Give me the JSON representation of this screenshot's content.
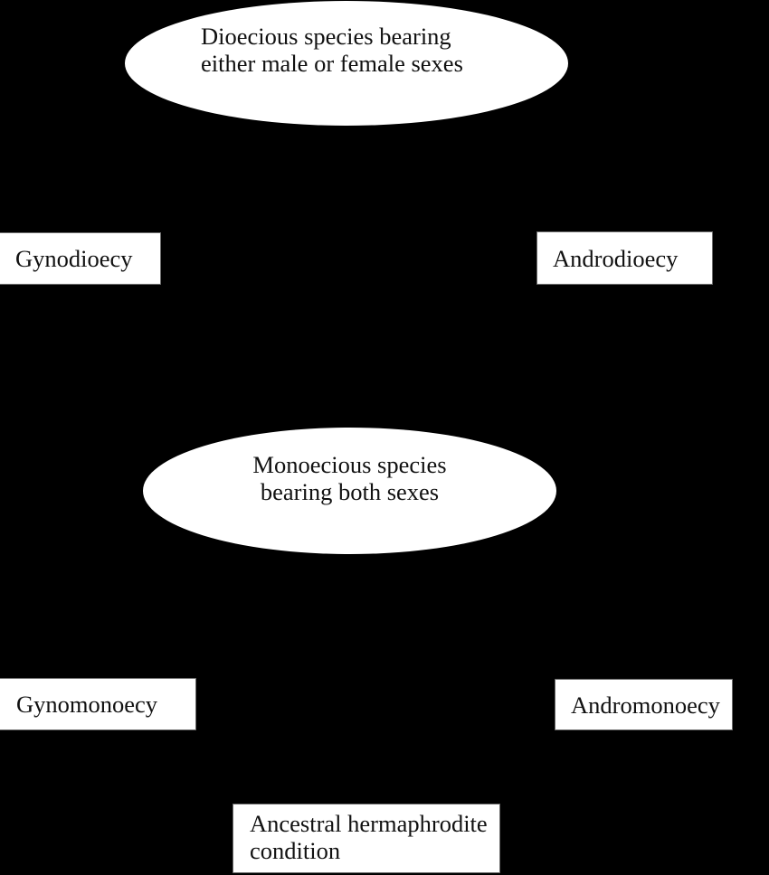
{
  "figure": {
    "type": "flow-diagram",
    "background_color": "#000000",
    "node_fill_color": "#ffffff",
    "node_border_color": "#6b6b6b",
    "text_color": "#111111",
    "nodes": [
      {
        "id": "dioecious",
        "shape": "ellipse",
        "lines": [
          "Dioecious species bearing",
          "either male or female sexes"
        ]
      },
      {
        "id": "gynodioecy",
        "shape": "rect",
        "lines": [
          "Gynodioecy"
        ]
      },
      {
        "id": "androdioecy",
        "shape": "rect",
        "lines": [
          "Androdioecy"
        ]
      },
      {
        "id": "monoecious",
        "shape": "ellipse",
        "lines": [
          "Monoecious species",
          "bearing both sexes"
        ]
      },
      {
        "id": "gynomonoecy",
        "shape": "rect",
        "lines": [
          "Gynomonoecy"
        ]
      },
      {
        "id": "andromonoecy",
        "shape": "rect",
        "lines": [
          "Andromonoecy"
        ]
      },
      {
        "id": "ancestral",
        "shape": "rect",
        "lines": [
          "Ancestral hermaphrodite",
          "condition"
        ]
      }
    ]
  }
}
